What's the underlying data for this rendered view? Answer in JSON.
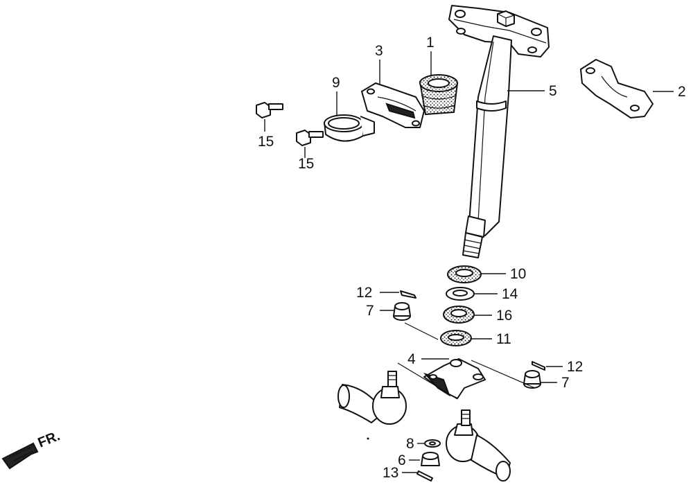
{
  "callouts": {
    "c1": "1",
    "c2": "2",
    "c3": "3",
    "c4": "4",
    "c5": "5",
    "c6": "6",
    "c7a": "7",
    "c7b": "7",
    "c8": "8",
    "c9": "9",
    "c10": "10",
    "c11": "11",
    "c12a": "12",
    "c12b": "12",
    "c13": "13",
    "c14": "14",
    "c15a": "15",
    "c15b": "15",
    "c16": "16"
  },
  "front_indicator": {
    "label": "FR."
  },
  "colors": {
    "ink": "#111111",
    "paper": "#ffffff"
  }
}
